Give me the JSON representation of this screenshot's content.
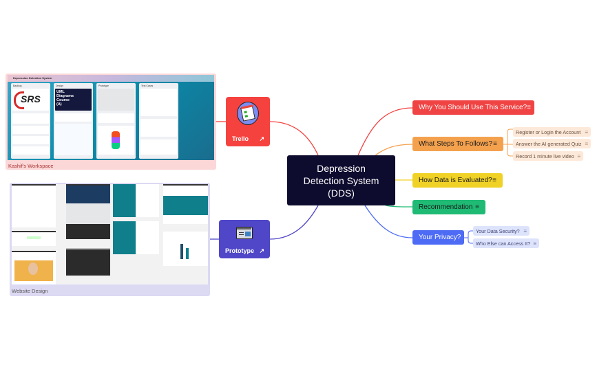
{
  "center": {
    "line1": "Depression",
    "line2": "Detection System",
    "line3": "(DDS)"
  },
  "left": {
    "trello": {
      "label": "Trello",
      "icon": "checklist-clipboard-icon",
      "link_icon": "external-link-icon",
      "color": "#f5423e",
      "embed_caption": "Kashif's Workspace",
      "board_title": "Depression Detection System",
      "columns": [
        "Backlog",
        "Design",
        "Prototype",
        "Test Cases"
      ],
      "card_texts": [
        "SRS",
        "UML Diagrams Course",
        "(A)"
      ]
    },
    "prototype": {
      "label": "Prototype",
      "icon": "browser-window-icon",
      "link_icon": "external-link-icon",
      "color": "#4f46c8",
      "embed_caption": "Website Design"
    }
  },
  "right": [
    {
      "label": "Why You Should Use This Service?",
      "color": "#f04444",
      "text_color": "#ffffff",
      "children": []
    },
    {
      "label": "What Steps To Follows?",
      "color": "#f4a14e",
      "text_color": "#1a1a1a",
      "children": [
        "Register or Login the Account",
        "Answer the AI generated Quiz",
        "Record 1 minute live video"
      ]
    },
    {
      "label": "How Data is Evaluated?",
      "color": "#f0d227",
      "text_color": "#1a1a1a",
      "children": []
    },
    {
      "label": "Recommendation",
      "color": "#1fba74",
      "text_color": "#1a1a1a",
      "children": []
    },
    {
      "label": "Your Privacy?",
      "color": "#4d6bf5",
      "text_color": "#ffffff",
      "children": [
        "Your Data Security?",
        "Who Else can Access It?"
      ]
    }
  ],
  "menu_icon": "≡"
}
